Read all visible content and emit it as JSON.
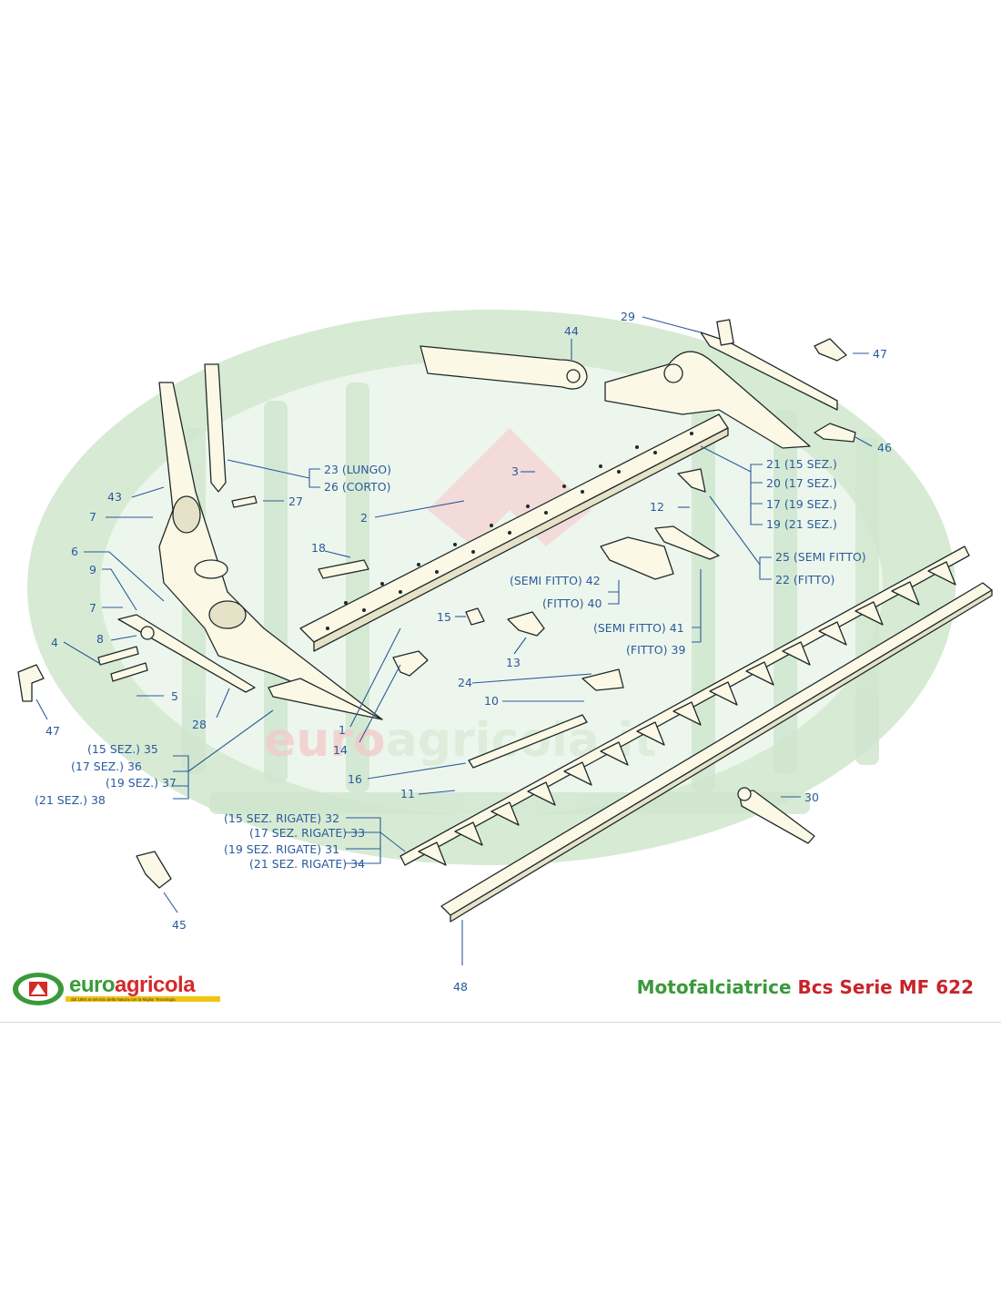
{
  "watermark": {
    "text_a": "euro",
    "text_b": "agricola.it"
  },
  "labels": {
    "l1": "1",
    "l2": "2",
    "l3": "3",
    "l4": "4",
    "l5": "5",
    "l6": "6",
    "l7a": "7",
    "l7b": "7",
    "l8": "8",
    "l9": "9",
    "l10": "10",
    "l11": "11",
    "l12": "12",
    "l13": "13",
    "l14": "14",
    "l15": "15",
    "l16": "16",
    "l18": "18",
    "l24": "24",
    "l27": "27",
    "l28": "28",
    "l29": "29",
    "l30": "30",
    "l43": "43",
    "l44": "44",
    "l45": "45",
    "l46": "46",
    "l47a": "47",
    "l47b": "47",
    "l48": "48",
    "g23": "23 (LUNGO)",
    "g26": "26 (CORTO)",
    "g21": "21 (15 SEZ.)",
    "g20": "20 (17 SEZ.)",
    "g17": "17 (19 SEZ.)",
    "g19": "19 (21 SEZ.)",
    "g25": "25 (SEMI FITTO)",
    "g22": "22 (FITTO)",
    "g42": "(SEMI FITTO) 42",
    "g40": "(FITTO) 40",
    "g41": "(SEMI FITTO) 41",
    "g39": "(FITTO) 39",
    "g35": "(15 SEZ.) 35",
    "g36": "(17 SEZ.) 36",
    "g37": "(19 SEZ.) 37",
    "g38": "(21 SEZ.) 38",
    "g32": "(15 SEZ. RIGATE) 32",
    "g33": "(17 SEZ. RIGATE) 33",
    "g31": "(19 SEZ. RIGATE) 31",
    "g34": "(21 SEZ. RIGATE) 34"
  },
  "footer": {
    "logo_euro": "euro",
    "logo_agricola": "agricola",
    "logo_tagline": "dal 1984 al servizio della Natura    con la Miglior Tecnologia",
    "page_number": "48",
    "title_green": "Motofalciatrice",
    "title_red": "Bcs Serie MF 622"
  },
  "colors": {
    "label_blue": "#2a5a9c",
    "brand_green": "#3a9a3a",
    "brand_red": "#c8242a"
  }
}
